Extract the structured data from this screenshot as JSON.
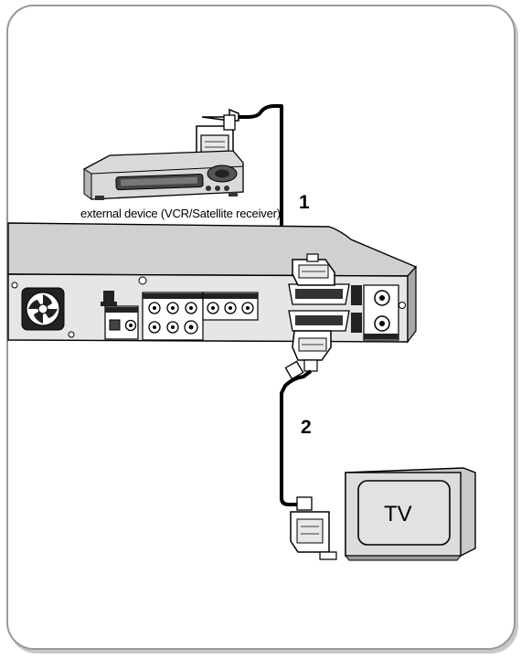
{
  "labels": {
    "external_device": "external device (VCR/Satellite receiver)",
    "step_1": "1",
    "step_2": "2",
    "tv": "TV"
  },
  "colors": {
    "frame": "#9a9a9a",
    "device_body": "#cfcfcf",
    "cable": "#000000"
  },
  "icons": [
    "scart-plug-icon",
    "vcr-device-icon",
    "dvd-recorder-icon",
    "tv-set-icon",
    "cooling-fan-icon"
  ]
}
